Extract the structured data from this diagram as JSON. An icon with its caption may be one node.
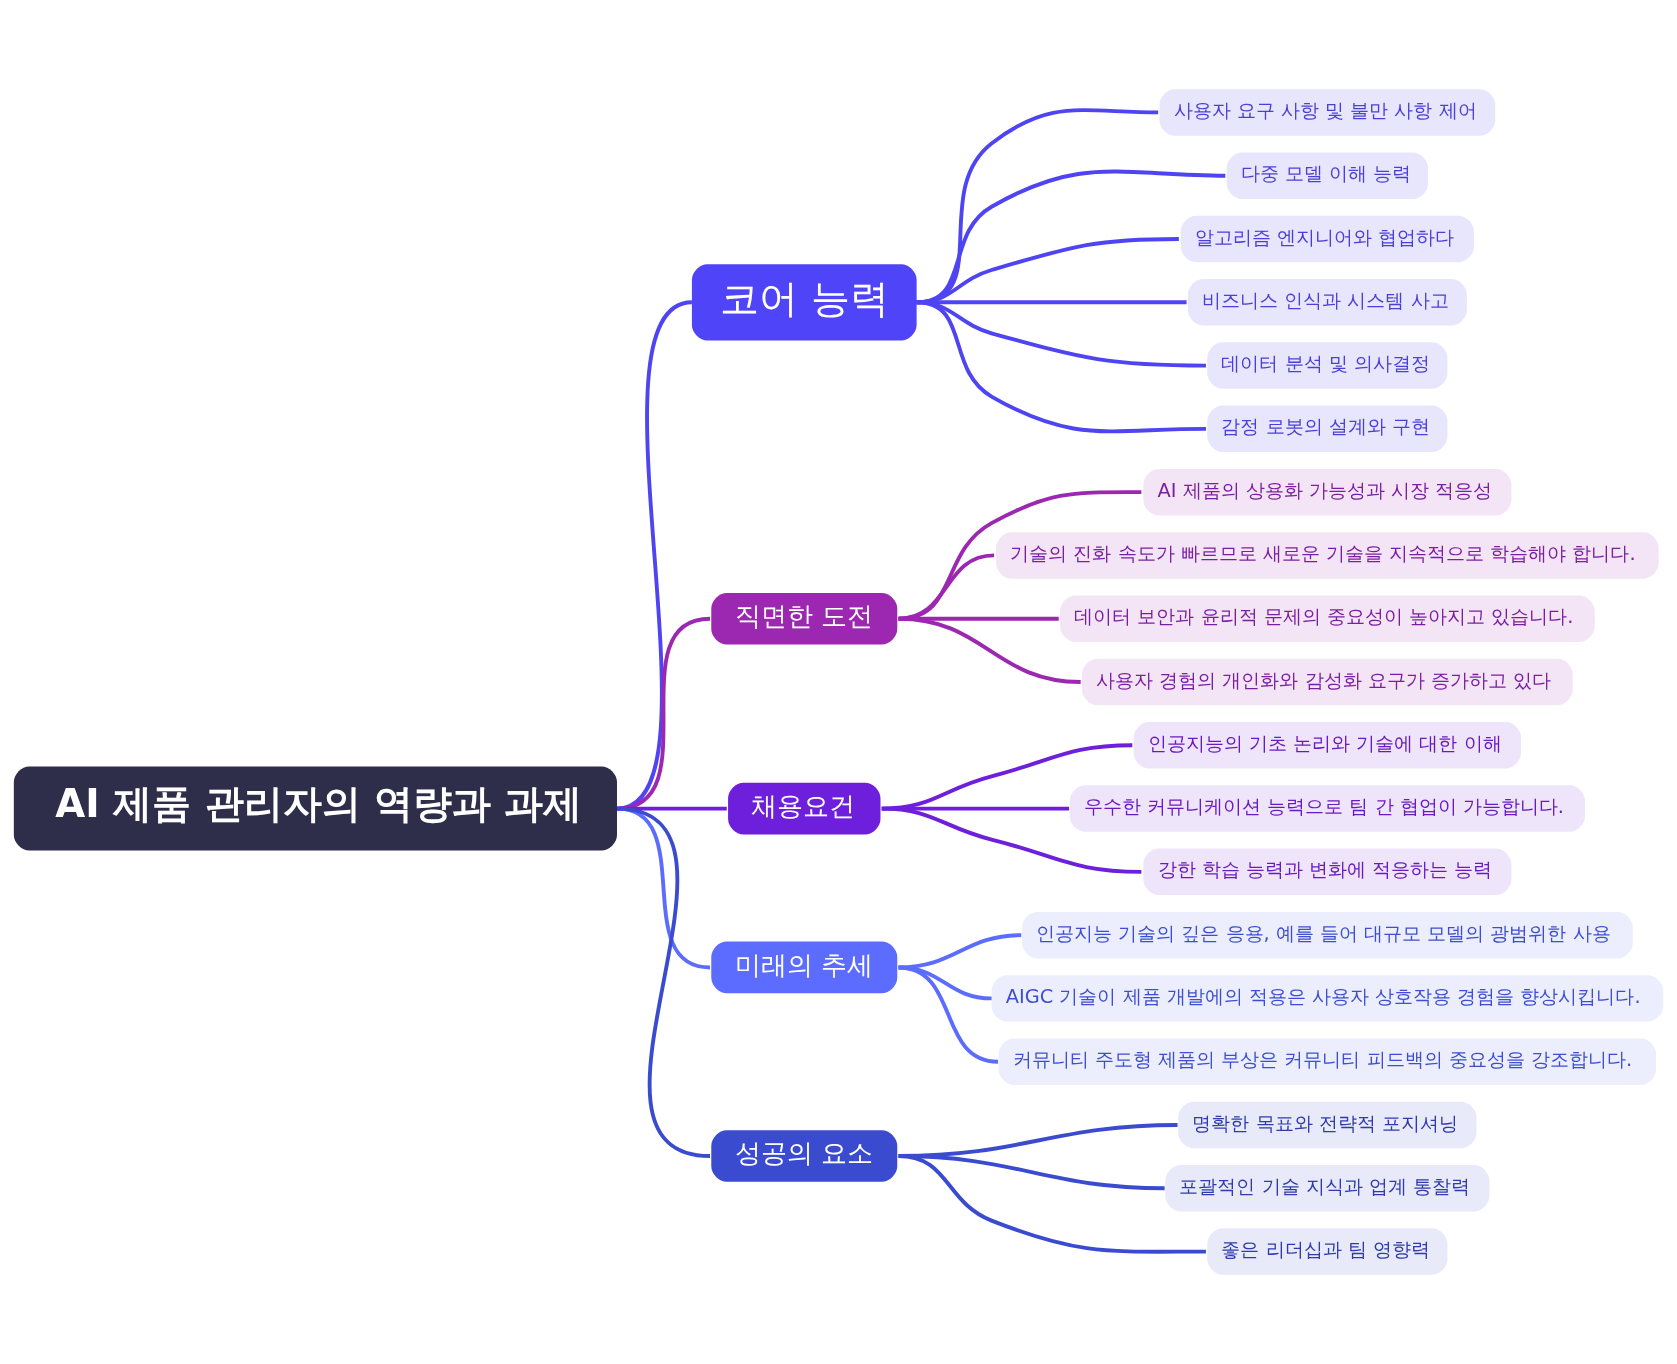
{
  "diagram": {
    "nodes": [
      {
        "text": [
          "AI 제품 관리자의 역량과 과제"
        ]
      },
      {
        "text": [
          "코어 능력"
        ]
      },
      {
        "text": [
          "사용자 요구 사항 및 불만 사항 제어"
        ]
      },
      {
        "text": [
          "다중 모델 이해 능력"
        ]
      },
      {
        "text": [
          "알고리즘 엔지니어와 협업하다"
        ]
      },
      {
        "text": [
          "비즈니스 인식과 시스템 사고"
        ]
      },
      {
        "text": [
          "데이터 분석 및 의사결정"
        ]
      },
      {
        "text": [
          "감정 로봇의 설계와 구현"
        ]
      },
      {
        "text": [
          "직면한 도전"
        ]
      },
      {
        "text": [
          "AI 제품의 상용화 가능성과 시장 적응성"
        ]
      },
      {
        "text": [
          "기술의 진화 속도가 빠르므로 새로운 기술을 지속적으로 학습해야 합니다."
        ]
      },
      {
        "text": [
          "데이터 보안과 윤리적 문제의 중요성이 높아지고 있습니다."
        ]
      },
      {
        "text": [
          "사용자 경험의 개인화와 감성화 요구가 증가하고 있다"
        ]
      },
      {
        "text": [
          "채용요건"
        ]
      },
      {
        "text": [
          "인공지능의 기초 논리와 기술에 대한 이해"
        ]
      },
      {
        "text": [
          "우수한 커뮤니케이션 능력으로 팀 간 협업이 가능합니다."
        ]
      },
      {
        "text": [
          "강한 학습 능력과 변화에 적응하는 능력"
        ]
      },
      {
        "text": [
          "미래의 추세"
        ]
      },
      {
        "text": [
          "인공지능 기술의 깊은 응용, 예를 들어 대규모 모델의 광범위한 사용"
        ]
      },
      {
        "text": [
          "AIGC 기술이 제품 개발에의 적용은 사용자 상호작용 경험을 향상시킵니다."
        ]
      },
      {
        "text": [
          "커뮤니티 주도형 제품의 부상은 커뮤니티 피드백의 중요성을 강조합니다."
        ]
      },
      {
        "text": [
          "성공의 요소"
        ]
      },
      {
        "text": [
          "명확한 목표와 전략적 포지셔닝"
        ]
      },
      {
        "text": [
          "포괄적인 기술 지식과 업계 통찰력"
        ]
      },
      {
        "text": [
          "좋은 리더십과 팀 영향력"
        ]
      }
    ],
    "edges": [
      {
        "from": 0,
        "to": 1,
        "arrow": "none",
        "color": "#4f44f2"
      },
      {
        "from": 1,
        "to": 2,
        "arrow": "none",
        "color": "#4f44f2"
      },
      {
        "from": 1,
        "to": 3,
        "arrow": "none",
        "color": "#4f44f2"
      },
      {
        "from": 1,
        "to": 4,
        "arrow": "none",
        "color": "#4f44f2"
      },
      {
        "from": 1,
        "to": 5,
        "arrow": "none",
        "color": "#4f44f2"
      },
      {
        "from": 1,
        "to": 6,
        "arrow": "none",
        "color": "#4f44f2"
      },
      {
        "from": 1,
        "to": 7,
        "arrow": "none",
        "color": "#4f44f2"
      },
      {
        "from": 0,
        "to": 8,
        "arrow": "none",
        "color": "#9c27b0"
      },
      {
        "from": 8,
        "to": 9,
        "arrow": "none",
        "color": "#9c27b0"
      },
      {
        "from": 8,
        "to": 10,
        "arrow": "none",
        "color": "#9c27b0"
      },
      {
        "from": 8,
        "to": 11,
        "arrow": "none",
        "color": "#9c27b0"
      },
      {
        "from": 8,
        "to": 12,
        "arrow": "none",
        "color": "#9c27b0"
      },
      {
        "from": 0,
        "to": 13,
        "arrow": "none",
        "color": "#6d1fdc"
      },
      {
        "from": 13,
        "to": 14,
        "arrow": "none",
        "color": "#6d1fdc"
      },
      {
        "from": 13,
        "to": 15,
        "arrow": "none",
        "color": "#6d1fdc"
      },
      {
        "from": 13,
        "to": 16,
        "arrow": "none",
        "color": "#6d1fdc"
      },
      {
        "from": 0,
        "to": 17,
        "arrow": "none",
        "color": "#5b6cff"
      },
      {
        "from": 17,
        "to": 18,
        "arrow": "none",
        "color": "#5b6cff"
      },
      {
        "from": 17,
        "to": 19,
        "arrow": "none",
        "color": "#5b6cff"
      },
      {
        "from": 17,
        "to": 20,
        "arrow": "none",
        "color": "#5b6cff"
      },
      {
        "from": 0,
        "to": 21,
        "arrow": "none",
        "color": "#3b4bd0"
      },
      {
        "from": 21,
        "to": 22,
        "arrow": "none",
        "color": "#3b4bd0"
      },
      {
        "from": 21,
        "to": 23,
        "arrow": "none",
        "color": "#3b4bd0"
      },
      {
        "from": 21,
        "to": 24,
        "arrow": "none",
        "color": "#3b4bd0"
      }
    ]
  }
}
